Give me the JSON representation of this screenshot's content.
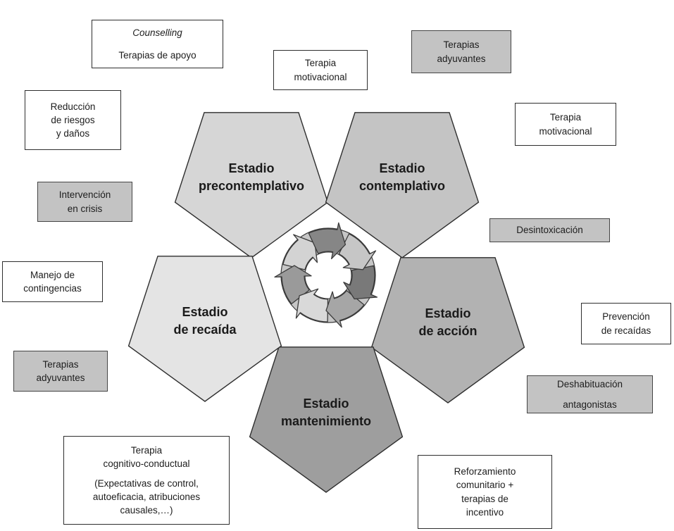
{
  "palette": {
    "background": "#ffffff",
    "box_gray_fill": "#c3c3c3",
    "outline": "#2e2e2e"
  },
  "stages": [
    {
      "line1": "Estadio",
      "line2": "precontemplativo",
      "fill": "#d6d6d6"
    },
    {
      "line1": "Estadio",
      "line2": "contemplativo",
      "fill": "#c4c4c4"
    },
    {
      "line1": "Estadio",
      "line2": "de acción",
      "fill": "#b2b2b2"
    },
    {
      "line1": "Estadio",
      "line2": "mantenimiento",
      "fill": "#9e9e9e"
    },
    {
      "line1": "Estadio",
      "line2": "de recaída",
      "fill": "#e4e4e4"
    }
  ],
  "boxes": [
    {
      "variant": "white",
      "lines": [
        "Counselling",
        "Terapias de apoyo"
      ]
    },
    {
      "variant": "white",
      "lines": [
        "Terapia",
        "motivacional"
      ]
    },
    {
      "variant": "gray",
      "lines": [
        "Terapias",
        "adyuvantes"
      ]
    },
    {
      "variant": "white",
      "lines": [
        "Reducción",
        "de riesgos",
        "y daños"
      ]
    },
    {
      "variant": "gray",
      "lines": [
        "Intervención",
        "en crisis"
      ]
    },
    {
      "variant": "white",
      "lines": [
        "Manejo de",
        "contingencias"
      ]
    },
    {
      "variant": "gray",
      "lines": [
        "Terapias",
        "adyuvantes"
      ]
    },
    {
      "variant": "white",
      "lines": [
        "Terapia",
        "motivacional"
      ]
    },
    {
      "variant": "gray",
      "lines": [
        "Desintoxicación"
      ]
    },
    {
      "variant": "white",
      "lines": [
        "Prevención",
        "de recaídas"
      ]
    },
    {
      "variant": "gray",
      "lines": [
        "Deshabituación",
        "antagonistas"
      ]
    },
    {
      "variant": "white",
      "lines": [
        "Terapia",
        "cognitivo-conductual",
        "(Expectativas de control,",
        "autoeficacia, atribuciones",
        "causales,…)"
      ]
    },
    {
      "variant": "white",
      "lines": [
        "Reforzamiento",
        "comunitario +",
        "terapias de",
        "incentivo"
      ]
    }
  ],
  "cycle": {
    "ring_fill": "#c6c6c6",
    "hole_fill": "#ffffff",
    "arrow_colors": [
      "#868686",
      "#c6c6c6",
      "#797979",
      "#a6a6a6",
      "#d9d9d9",
      "#9a9a9a",
      "#d3d3d3"
    ]
  }
}
